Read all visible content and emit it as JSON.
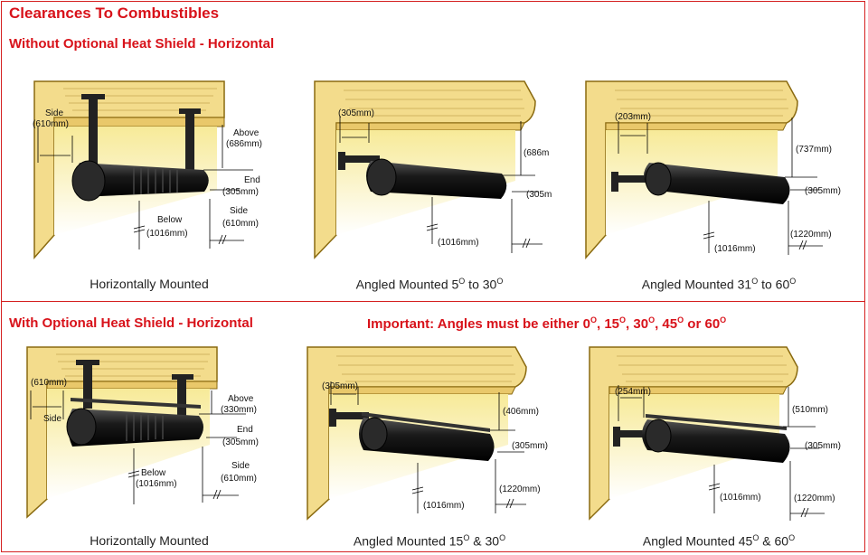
{
  "title": "Clearances To Combustibles",
  "section_top": "Without Optional Heat Shield - Horizontal",
  "section_bottom": "With Optional Heat Shield - Horizontal",
  "important": {
    "prefix": "Important: Angles must be either 0",
    "s1": "O",
    "t1": ", 15",
    "s2": "O",
    "t2": ", 30",
    "s3": "O",
    "t3": ", 45",
    "s4": "O",
    "t4": " or 60",
    "s5": "O"
  },
  "captions": {
    "top_1": {
      "text": "Horizontally Mounted"
    },
    "top_2": {
      "a": "Angled Mounted 5",
      "sa": "O",
      "b": " to 30",
      "sb": "O"
    },
    "top_3": {
      "a": "Angled Mounted 31",
      "sa": "O",
      "b": " to 60",
      "sb": "O"
    },
    "bot_1": {
      "text": "Horizontally Mounted"
    },
    "bot_2": {
      "a": "Angled Mounted 15",
      "sa": "O",
      "b": " & 30",
      "sb": "O"
    },
    "bot_3": {
      "a": "Angled Mounted 45",
      "sa": "O",
      "b": " & 60",
      "sb": "O"
    }
  },
  "labels": {
    "t1": {
      "side_a": "Side",
      "side_b": "(610mm)",
      "above_a": "Above",
      "above_b": "(686mm)",
      "end_a": "End",
      "end_b": "(305mm)",
      "below_a": "Below",
      "below_b": "(1016mm)",
      "side2_a": "Side",
      "side2_b": "(610mm)"
    },
    "t2": {
      "side": "(305mm)",
      "above": "(686m",
      "end": "(305m",
      "below": "(1016mm)"
    },
    "t3": {
      "side": "(203mm)",
      "above": "(737mm)",
      "end": "(305mm)",
      "below": "(1016mm)",
      "side2": "(1220mm)"
    },
    "b1": {
      "side_a": "(610mm)",
      "side_b": "Side",
      "above_a": "Above",
      "above_b": "(330mm)",
      "end_a": "End",
      "end_b": "(305mm)",
      "below_a": "Below",
      "below_b": "(1016mm)",
      "side2_a": "Side",
      "side2_b": "(610mm)"
    },
    "b2": {
      "side": "(305mm)",
      "above": "(406mm)",
      "end": "(305mm)",
      "below": "(1016mm)",
      "side2": "(1220mm)"
    },
    "b3": {
      "side": "(254mm)",
      "above": "(510mm)",
      "end": "(305mm)",
      "below": "(1016mm)",
      "side2": "(1220mm)"
    }
  },
  "colors": {
    "accent_red": "#d8121a",
    "ceiling": "#f3dc8c",
    "ceiling_edge": "#8a6a10",
    "heater": "#1b1b1b"
  }
}
